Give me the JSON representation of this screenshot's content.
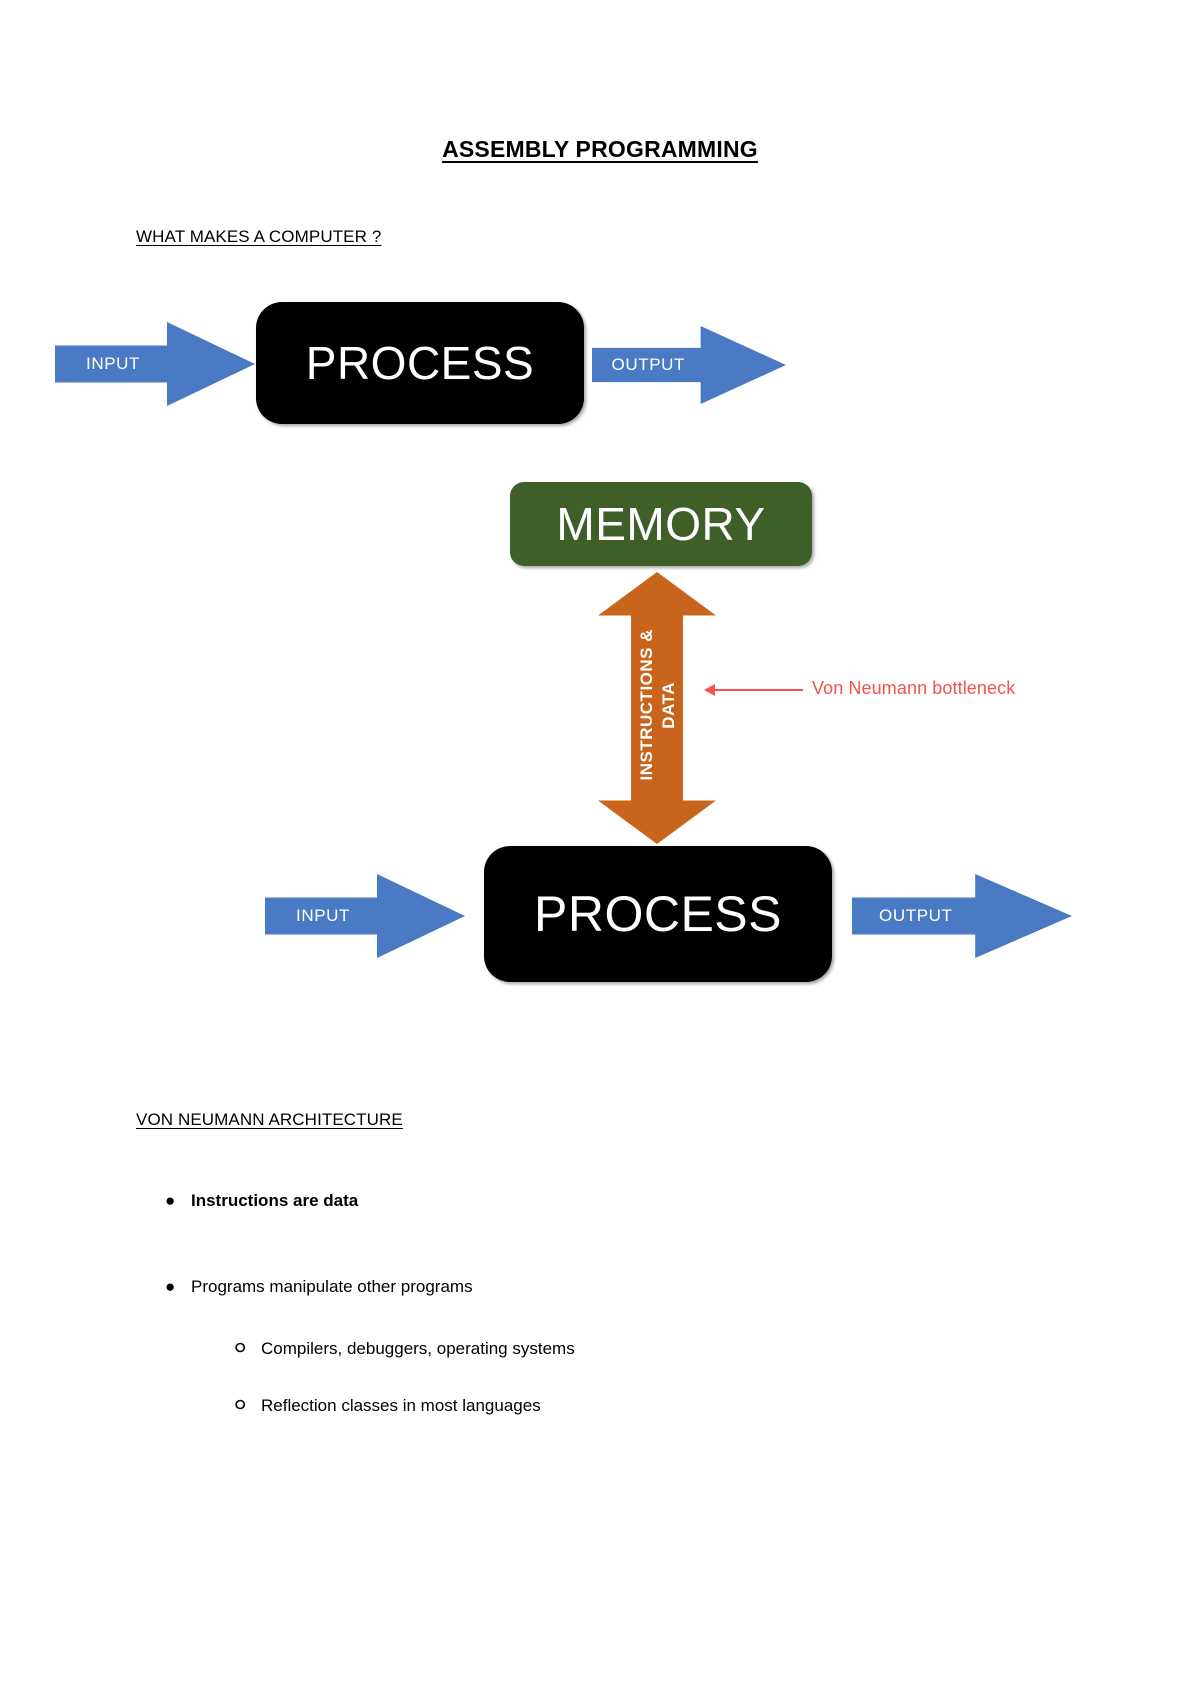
{
  "document": {
    "title": "ASSEMBLY PROGRAMMING"
  },
  "sections": {
    "what_makes_computer": "WHAT MAKES A COMPUTER ?",
    "von_neumann_architecture": "VON NEUMANN ARCHITECTURE"
  },
  "diagram_simple": {
    "input_label": "INPUT",
    "process_label": "PROCESS",
    "output_label": "OUTPUT"
  },
  "diagram_vonneumann": {
    "memory_label": "MEMORY",
    "bus_label_line1": "INSTRUCTIONS &",
    "bus_label_line2": "DATA",
    "annotation": "Von Neumann bottleneck",
    "input_label": "INPUT",
    "process_label": "PROCESS",
    "output_label": "OUTPUT"
  },
  "bullets": [
    {
      "marker": "●",
      "text": "Instructions are data",
      "bold": true
    },
    {
      "marker": "●",
      "text": "Programs manipulate other programs",
      "bold": false
    }
  ],
  "sub_bullets": [
    {
      "marker": "⭘",
      "text": "Compilers, debuggers, operating systems"
    },
    {
      "marker": "⭘",
      "text": "Reflection classes in most languages"
    }
  ],
  "colors": {
    "process_box": "#000000",
    "memory_box": "#3e5f28",
    "arrow_blue": "#4a7ac4",
    "arrow_orange": "#c8641c",
    "annotation_red": "#f4524d"
  }
}
